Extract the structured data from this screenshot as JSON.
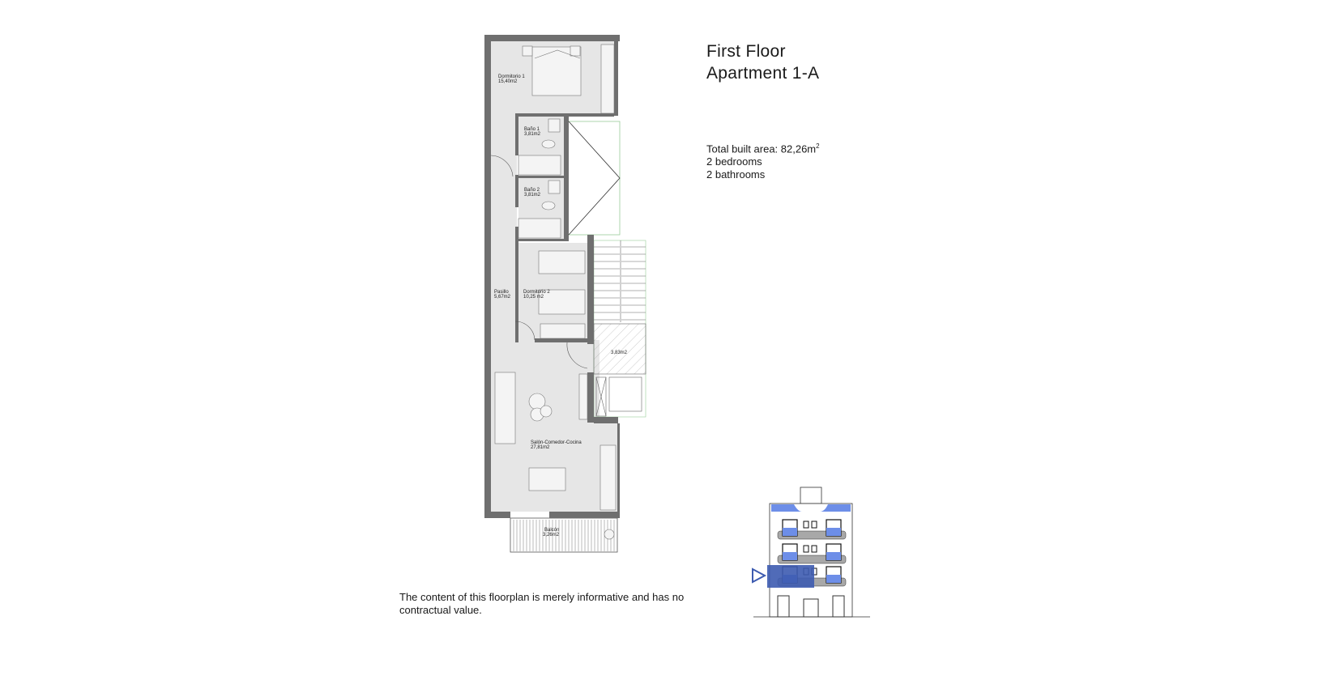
{
  "header": {
    "floor": "First Floor",
    "apartment": "Apartment 1-A"
  },
  "summary": {
    "total_area_label": "Total built area: 82,26m",
    "total_area_unit_sup": "2",
    "bedrooms": "2 bedrooms",
    "bathrooms": "2 bathrooms"
  },
  "rooms": {
    "dormitorio1": {
      "name": "Dormitorio 1",
      "area": "15,40m2"
    },
    "bano1": {
      "name": "Baño 1",
      "area": "3,81m2"
    },
    "bano2": {
      "name": "Baño 2",
      "area": "3,81m2"
    },
    "pasillo": {
      "name": "Pasillo",
      "area": "5,67m2"
    },
    "dormitorio2": {
      "name": "Dormitorio 2",
      "area": "10,25 m2"
    },
    "common": {
      "area": "3,83m2"
    },
    "salon": {
      "name": "Salón-Comedor-Cocina",
      "area": "27,81m2"
    },
    "balcon": {
      "name": "Balcón",
      "area": "3,26m2"
    }
  },
  "disclaimer": "The content of this floorplan is merely informative and has no contractual value.",
  "colors": {
    "wall": "#6f6f6f",
    "floor": "#e6e6e6",
    "highlight": "#3d5bb0",
    "window_blue": "#6d8ee8",
    "balcony_gray": "#a8a8a8"
  },
  "elevation": {
    "highlighted_floor": 1,
    "marker_icon": "triangle-right-icon"
  }
}
